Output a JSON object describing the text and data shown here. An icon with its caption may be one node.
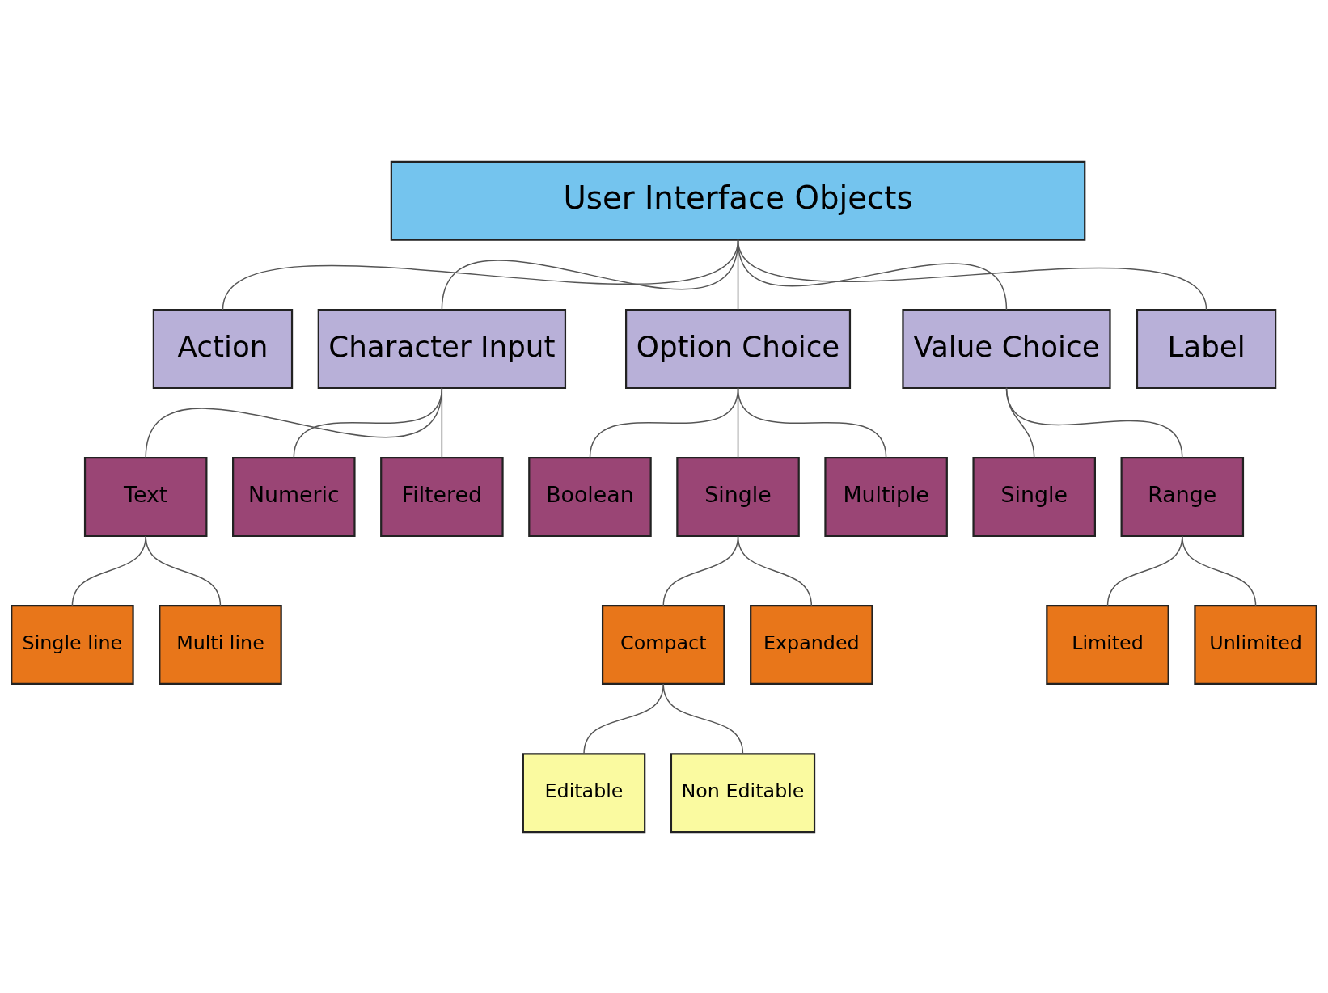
{
  "diagram": {
    "nodes": [
      {
        "text": [
          "User Interface Objects"
        ]
      },
      {
        "text": [
          "Action"
        ]
      },
      {
        "text": [
          "Character Input"
        ]
      },
      {
        "text": [
          "Option Choice"
        ]
      },
      {
        "text": [
          "Value Choice"
        ]
      },
      {
        "text": [
          "Label"
        ]
      },
      {
        "text": [
          "Text"
        ]
      },
      {
        "text": [
          "Numeric"
        ]
      },
      {
        "text": [
          "Filtered"
        ]
      },
      {
        "text": [
          "Single"
        ]
      },
      {
        "text": [
          "Range"
        ]
      },
      {
        "text": [
          "Boolean"
        ]
      },
      {
        "text": [
          "Single"
        ]
      },
      {
        "text": [
          "Multiple"
        ]
      },
      {
        "text": [
          "Single line"
        ]
      },
      {
        "text": [
          "Multi line"
        ]
      },
      {
        "text": [
          "Compact"
        ]
      },
      {
        "text": [
          "Expanded"
        ]
      },
      {
        "text": [
          "Limited"
        ]
      },
      {
        "text": [
          "Unlimited"
        ]
      },
      {
        "text": [
          "Editable"
        ]
      },
      {
        "text": [
          "Non Editable"
        ]
      }
    ],
    "edges": [
      {
        "from": 0,
        "to": 1,
        "arrow": "none"
      },
      {
        "from": 0,
        "to": 2,
        "arrow": "none"
      },
      {
        "from": 0,
        "to": 3,
        "arrow": "none"
      },
      {
        "from": 0,
        "to": 4,
        "arrow": "none"
      },
      {
        "from": 0,
        "to": 5,
        "arrow": "none"
      },
      {
        "from": 2,
        "to": 6,
        "arrow": "none"
      },
      {
        "from": 2,
        "to": 7,
        "arrow": "none"
      },
      {
        "from": 2,
        "to": 8,
        "arrow": "none"
      },
      {
        "from": 3,
        "to": 11,
        "arrow": "none"
      },
      {
        "from": 3,
        "to": 12,
        "arrow": "none"
      },
      {
        "from": 3,
        "to": 13,
        "arrow": "none"
      },
      {
        "from": 4,
        "to": 9,
        "arrow": "none"
      },
      {
        "from": 4,
        "to": 10,
        "arrow": "none"
      },
      {
        "from": 6,
        "to": 14,
        "arrow": "none"
      },
      {
        "from": 6,
        "to": 15,
        "arrow": "none"
      },
      {
        "from": 12,
        "to": 16,
        "arrow": "none"
      },
      {
        "from": 12,
        "to": 17,
        "arrow": "none"
      },
      {
        "from": 10,
        "to": 18,
        "arrow": "none"
      },
      {
        "from": 10,
        "to": 19,
        "arrow": "none"
      },
      {
        "from": 16,
        "to": 20,
        "arrow": "none"
      },
      {
        "from": 16,
        "to": 21,
        "arrow": "none"
      }
    ]
  }
}
